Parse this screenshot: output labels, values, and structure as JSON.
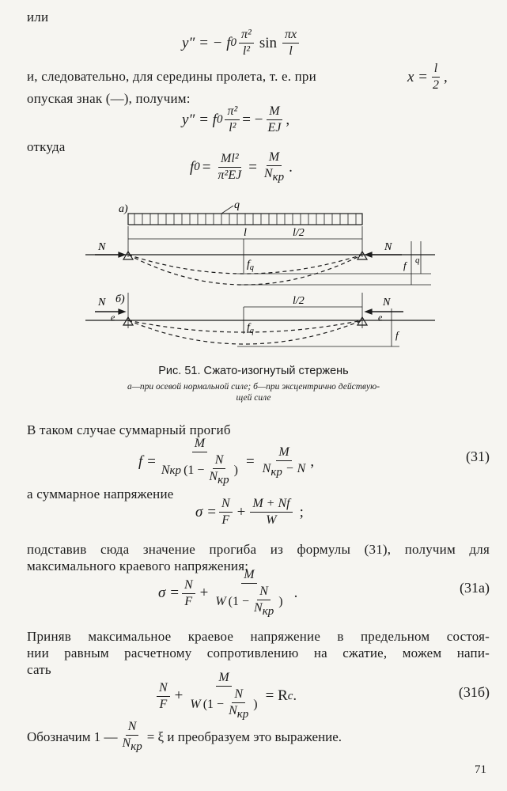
{
  "lines": {
    "ili": "или",
    "para1_a": "и, следовательно, для середины пролета, т. е. при",
    "para1_b": "опуская знак (—), получим:",
    "otkuda": "откуда",
    "para2": "В таком случае суммарный прогиб",
    "para3": "а суммарное напряжение",
    "para4_a": "подставив сюда значение прогиба из формулы (31), получим для",
    "para4_b": "максимального краевого напряжения:",
    "para5_a": "Приняв максимальное краевое напряжение в предельном состоя-",
    "para5_b": "нии равным расчетному сопротивлению на сжатие, можем напи-",
    "para5_c": "сать",
    "para6_a": "Обозначим 1 —",
    "para6_b": "= ξ и преобразуем это выражение."
  },
  "equations": {
    "e1": {
      "lhs": "y″ = − f",
      "sub": "0",
      "num": "π²",
      "den": "l²",
      "fn": "sin",
      "num2": "πx",
      "den2": "l"
    },
    "x_mid": {
      "lhs": "x =",
      "num": "l",
      "den": "2",
      "tail": ","
    },
    "e2": {
      "lhs": "y″ = f",
      "sub": "0",
      "num1": "π²",
      "den1": "l²",
      "eq": "= −",
      "num2": "M",
      "den2": "EJ",
      "tail": ","
    },
    "e3": {
      "lhs": "f",
      "sub": "0",
      "eq": "=",
      "num1": "Ml²",
      "den1": "π²EJ",
      "eq2": "=",
      "num2": "M",
      "den2": "N",
      "den2sub": "кр",
      "tail": "."
    },
    "e31": {
      "lhs": "f =",
      "num": "M",
      "den_a": "N",
      "den_a_sub": "кр",
      "den_b": "(1 −",
      "den_b_num": "N",
      "den_b_den": "N",
      "den_b_den_sub": "кр",
      "den_b_close": ")",
      "eq": "=",
      "num2": "M",
      "den2": "N",
      "den2sub": "кр",
      "den2tail": " − N",
      "tail": ",",
      "no": "(31)"
    },
    "e_sigma": {
      "lhs": "σ =",
      "num1": "N",
      "den1": "F",
      "plus": "+",
      "num2": "M + Nf",
      "den2": "W",
      "tail": ";"
    },
    "e31a": {
      "lhs": "σ =",
      "num1": "N",
      "den1": "F",
      "plus": "+",
      "num2": "M",
      "den2a": "W",
      "den2b": "(1 −",
      "inner_num": "N",
      "inner_den": "N",
      "inner_den_sub": "кр",
      "close": ")",
      "tail": ".",
      "no": "(31а)"
    },
    "e31b": {
      "num1": "N",
      "den1": "F",
      "plus": "+",
      "num2": "M",
      "den2a": "W",
      "den2b": "(1 −",
      "inner_num": "N",
      "inner_den": "N",
      "inner_den_sub": "кр",
      "close": ")",
      "eq": "= R",
      "sub": "c",
      "tail": ".",
      "no": "(31б)"
    },
    "xi": {
      "num": "N",
      "den": "N",
      "den_sub": "кр"
    }
  },
  "figure": {
    "label_a": "а)",
    "label_b": "б)",
    "q": "q",
    "N": "N",
    "l": "l",
    "l2": "l/2",
    "fq": "f",
    "fq_sub": "q",
    "f": "f",
    "e": "e",
    "caption_title": "Рис. 51. Сжато-изогнутый стержень",
    "caption_sub1": "а—при осевой нормальной силе; б—при эксцентрично действую-",
    "caption_sub2": "щей силе"
  },
  "page_number": "71"
}
